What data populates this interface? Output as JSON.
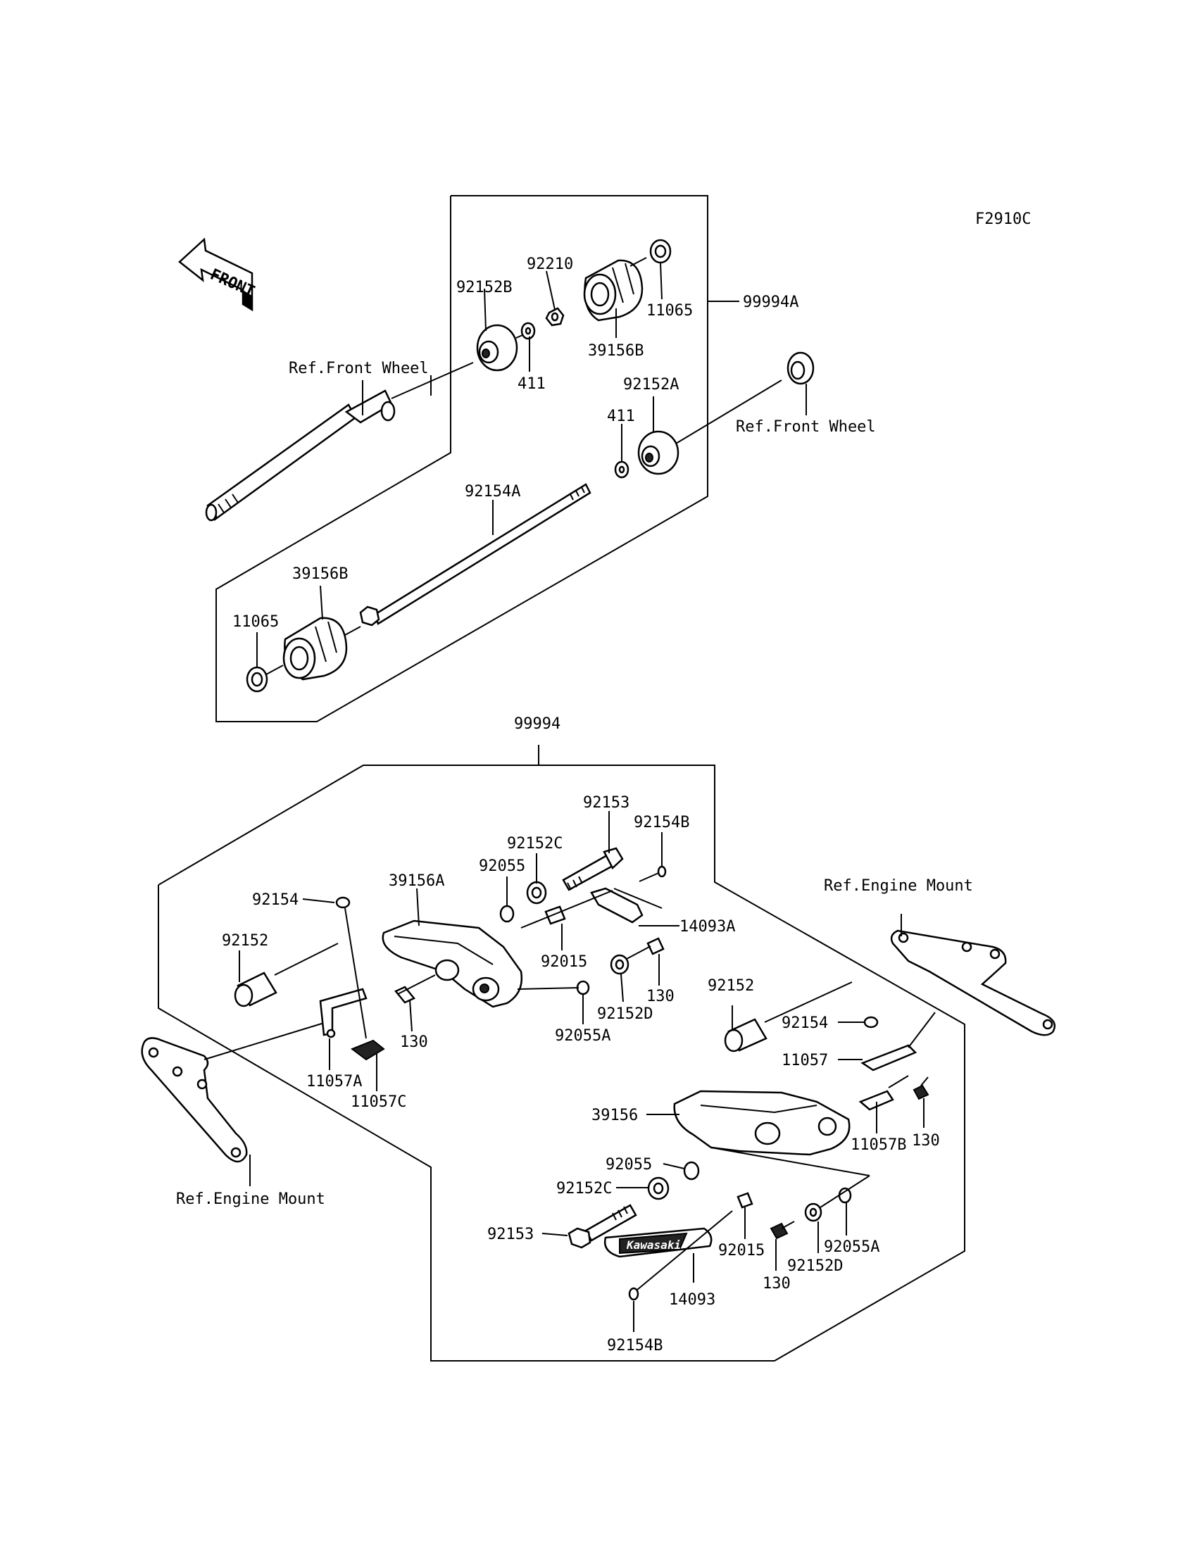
{
  "diagram_code": "F2910C",
  "front_label": "FRONT",
  "brand_plate": "Kawasaki",
  "references": {
    "front_wheel_left": "Ref.Front Wheel",
    "front_wheel_right": "Ref.Front Wheel",
    "engine_mount_right": "Ref.Engine Mount",
    "engine_mount_left": "Ref.Engine Mount"
  },
  "callouts": {
    "assy_99994a": "99994A",
    "top_92210": "92210",
    "top_92152b": "92152B",
    "top_11065_a": "11065",
    "top_39156b_a": "39156B",
    "top_411_a": "411",
    "top_92152a": "92152A",
    "top_411_b": "411",
    "top_92154a": "92154A",
    "top_39156b_b": "39156B",
    "top_11065_b": "11065",
    "assy_99994": "99994",
    "l_92153": "92153",
    "l_92154b": "92154B",
    "l_92152c": "92152C",
    "l_92055": "92055",
    "l_39156a": "39156A",
    "l_92154": "92154",
    "l_14093a": "14093A",
    "l_92152": "92152",
    "l_92015": "92015",
    "l_130_a": "130",
    "l_92152d": "92152D",
    "l_92055a": "92055A",
    "l_130_b": "130",
    "l_11057a": "11057A",
    "l_11057c": "11057C",
    "r_92152": "92152",
    "r_92154": "92154",
    "r_11057": "11057",
    "r_39156": "39156",
    "r_11057b": "11057B",
    "r_130_a": "130",
    "r_92055": "92055",
    "r_92152c": "92152C",
    "r_92153": "92153",
    "r_92015": "92015",
    "r_92055a": "92055A",
    "r_92152d": "92152D",
    "r_130_b": "130",
    "r_14093": "14093",
    "r_92154b": "92154B"
  }
}
